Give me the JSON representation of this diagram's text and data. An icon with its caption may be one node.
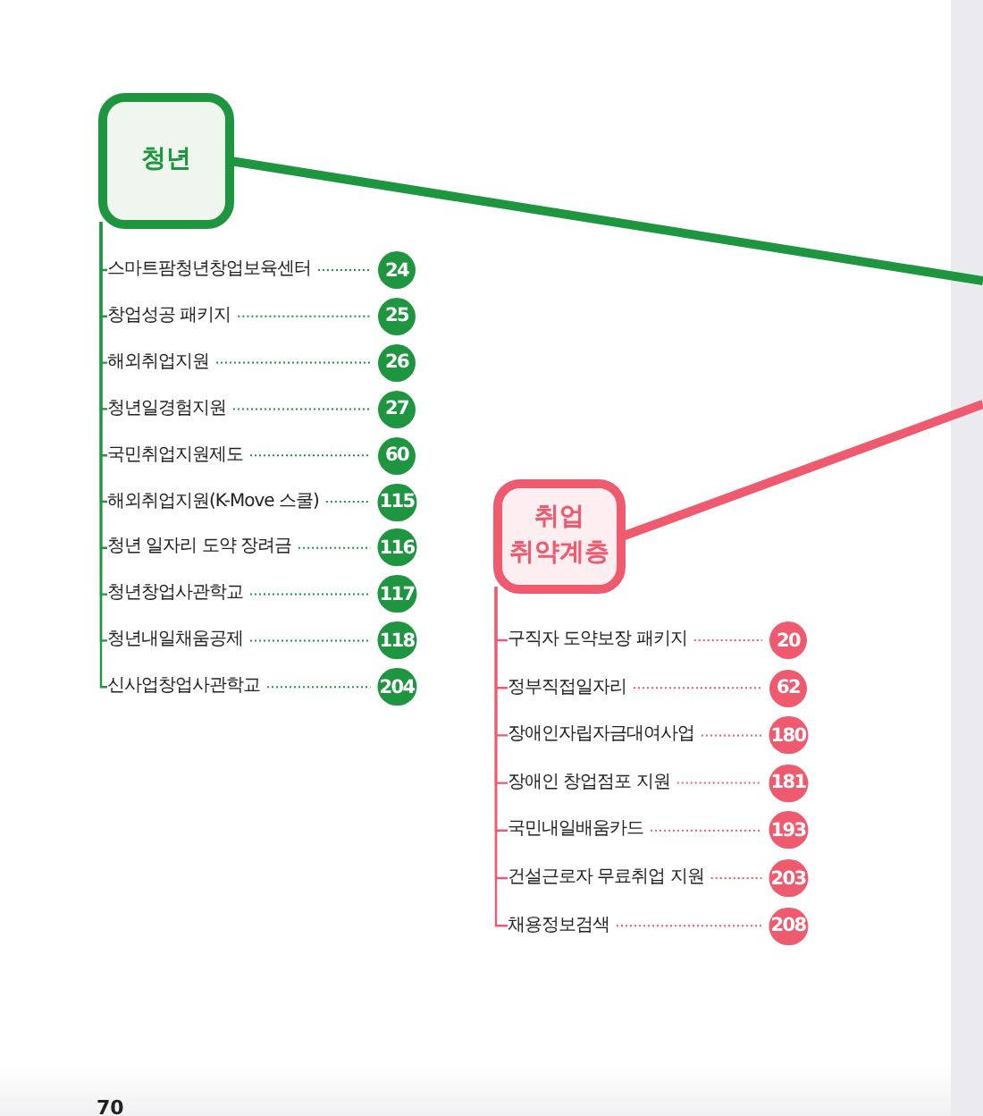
{
  "diagram": {
    "nodes": [
      {
        "text": [
          "청년"
        ]
      },
      {
        "text": [
          "스마트팜청년창업보육센터"
        ]
      },
      {
        "text": [
          "24"
        ]
      },
      {
        "text": [
          "창업성공 패키지"
        ]
      },
      {
        "text": [
          "25"
        ]
      },
      {
        "text": [
          "해외취업지원"
        ]
      },
      {
        "text": [
          "26"
        ]
      },
      {
        "text": [
          "청년일경험지원"
        ]
      },
      {
        "text": [
          "27"
        ]
      },
      {
        "text": [
          "국민취업지원제도"
        ]
      },
      {
        "text": [
          "60"
        ]
      },
      {
        "text": [
          "해외취업지원(K-Move 스쿨)"
        ]
      },
      {
        "text": [
          "115"
        ]
      },
      {
        "text": [
          "청년 일자리 도약 장려금"
        ]
      },
      {
        "text": [
          "116"
        ]
      },
      {
        "text": [
          "청년창업사관학교"
        ]
      },
      {
        "text": [
          "117"
        ]
      },
      {
        "text": [
          "청년내일채움공제"
        ]
      },
      {
        "text": [
          "118"
        ]
      },
      {
        "text": [
          "신사업창업사관학교"
        ]
      },
      {
        "text": [
          "204"
        ]
      },
      {
        "text": [
          "취업 취약계층"
        ]
      },
      {
        "text": [
          "구직자 도약보장 패키지"
        ]
      },
      {
        "text": [
          "20"
        ]
      },
      {
        "text": [
          "정부직접일자리"
        ]
      },
      {
        "text": [
          "62"
        ]
      },
      {
        "text": [
          "장애인자립자금대여사업"
        ]
      },
      {
        "text": [
          "180"
        ]
      },
      {
        "text": [
          "장애인 창업점포 지원"
        ]
      },
      {
        "text": [
          "181"
        ]
      },
      {
        "text": [
          "국민내일배움카드"
        ]
      },
      {
        "text": [
          "193"
        ]
      },
      {
        "text": [
          "건설근로자 무료취업 지원"
        ]
      },
      {
        "text": [
          "203"
        ]
      },
      {
        "text": [
          "채용정보검색"
        ]
      },
      {
        "text": [
          "208"
        ]
      }
    ],
    "edges": [
      {
        "from": 0,
        "to": null,
        "arrow": "none",
        "style": "thick"
      },
      {
        "from": 0,
        "to": 1,
        "arrow": "none"
      },
      {
        "from": 1,
        "to": 2,
        "arrow": "none",
        "style": "dashed"
      },
      {
        "from": 0,
        "to": 3,
        "arrow": "none"
      },
      {
        "from": 3,
        "to": 4,
        "arrow": "none",
        "style": "dashed"
      },
      {
        "from": 0,
        "to": 5,
        "arrow": "none"
      },
      {
        "from": 5,
        "to": 6,
        "arrow": "none",
        "style": "dashed"
      },
      {
        "from": 0,
        "to": 7,
        "arrow": "none"
      },
      {
        "from": 7,
        "to": 8,
        "arrow": "none",
        "style": "dashed"
      },
      {
        "from": 0,
        "to": 9,
        "arrow": "none"
      },
      {
        "from": 9,
        "to": 10,
        "arrow": "none",
        "style": "dashed"
      },
      {
        "from": 0,
        "to": 11,
        "arrow": "none"
      },
      {
        "from": 11,
        "to": 12,
        "arrow": "none",
        "style": "dashed"
      },
      {
        "from": 0,
        "to": 13,
        "arrow": "none"
      },
      {
        "from": 13,
        "to": 14,
        "arrow": "none",
        "style": "dashed"
      },
      {
        "from": 0,
        "to": 15,
        "arrow": "none"
      },
      {
        "from": 15,
        "to": 16,
        "arrow": "none",
        "style": "dashed"
      },
      {
        "from": 0,
        "to": 17,
        "arrow": "none"
      },
      {
        "from": 17,
        "to": 18,
        "arrow": "none",
        "style": "dashed"
      },
      {
        "from": 0,
        "to": 19,
        "arrow": "none"
      },
      {
        "from": 19,
        "to": 20,
        "arrow": "none",
        "style": "dashed"
      },
      {
        "from": 21,
        "to": null,
        "arrow": "none",
        "style": "thick",
        "color": "#ef5a6f"
      },
      {
        "from": 21,
        "to": 22,
        "arrow": "none",
        "color": "#ef5a6f"
      },
      {
        "from": 22,
        "to": 23,
        "arrow": "none",
        "style": "dashed",
        "color": "#ef5a6f"
      },
      {
        "from": 21,
        "to": 24,
        "arrow": "none",
        "color": "#ef5a6f"
      },
      {
        "from": 24,
        "to": 25,
        "arrow": "none",
        "style": "dashed",
        "color": "#ef5a6f"
      },
      {
        "from": 21,
        "to": 26,
        "arrow": "none",
        "color": "#ef5a6f"
      },
      {
        "from": 26,
        "to": 27,
        "arrow": "none",
        "style": "dashed",
        "color": "#ef5a6f"
      },
      {
        "from": 21,
        "to": 28,
        "arrow": "none",
        "color": "#ef5a6f"
      },
      {
        "from": 28,
        "to": 29,
        "arrow": "none",
        "style": "dashed",
        "color": "#ef5a6f"
      },
      {
        "from": 21,
        "to": 30,
        "arrow": "none",
        "color": "#ef5a6f"
      },
      {
        "from": 30,
        "to": 31,
        "arrow": "none",
        "style": "dashed",
        "color": "#ef5a6f"
      },
      {
        "from": 21,
        "to": 32,
        "arrow": "none",
        "color": "#ef5a6f"
      },
      {
        "from": 32,
        "to": 33,
        "arrow": "none",
        "style": "dashed",
        "color": "#ef5a6f"
      },
      {
        "from": 21,
        "to": 34,
        "arrow": "none",
        "color": "#ef5a6f"
      },
      {
        "from": 34,
        "to": 35,
        "arrow": "none",
        "style": "dashed",
        "color": "#ef5a6f"
      }
    ],
    "labels": [
      "70"
    ]
  }
}
